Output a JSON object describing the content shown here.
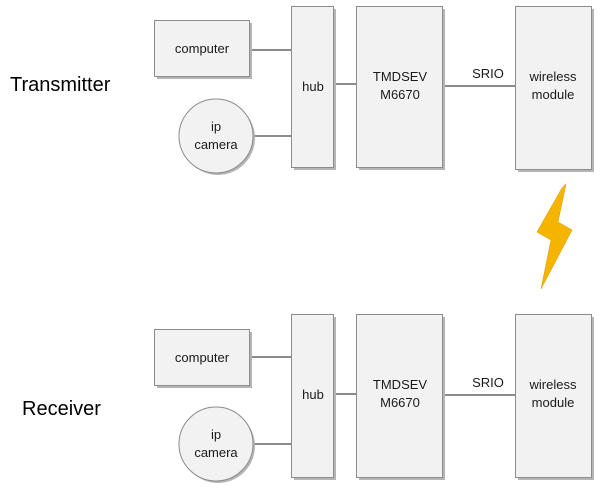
{
  "transmitter": {
    "label": "Transmitter",
    "computer": "computer",
    "camera_line1": "ip",
    "camera_line2": "camera",
    "hub": "hub",
    "board_line1": "TMDSEV",
    "board_line2": "M6670",
    "link": "SRIO",
    "wireless_line1": "wireless",
    "wireless_line2": "module"
  },
  "receiver": {
    "label": "Receiver",
    "computer": "computer",
    "camera_line1": "ip",
    "camera_line2": "camera",
    "hub": "hub",
    "board_line1": "TMDSEV",
    "board_line2": "M6670",
    "link": "SRIO",
    "wireless_line1": "wireless",
    "wireless_line2": "module"
  },
  "colors": {
    "box_fill": "#f2f2f2",
    "box_stroke": "#8c8c8c",
    "shadow": "#b5b5b5",
    "bolt": "#f5b400"
  },
  "icons": {
    "wireless_link": "lightning-bolt-icon"
  }
}
